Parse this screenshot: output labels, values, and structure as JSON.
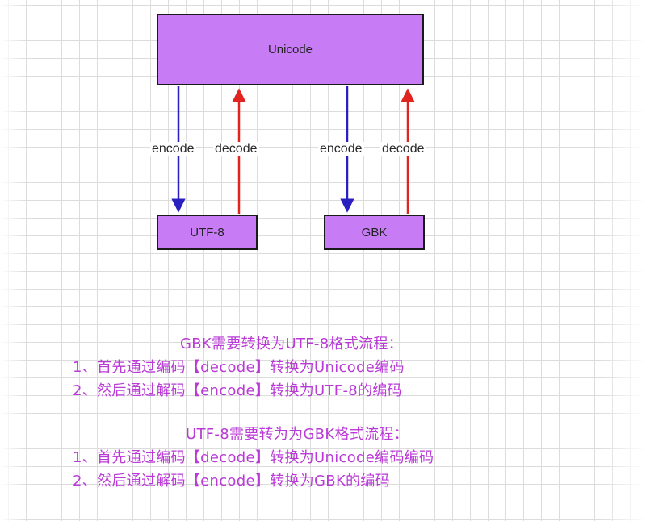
{
  "diagram": {
    "unicode_label": "Unicode",
    "utf8_label": "UTF-8",
    "gbk_label": "GBK",
    "left_encode": "encode",
    "left_decode": "decode",
    "right_encode": "encode",
    "right_decode": "decode"
  },
  "colors": {
    "box_fill": "#c77cf6",
    "encode_arrow": "#2a1fbf",
    "decode_arrow": "#e0241f",
    "text": "#b93ad6"
  },
  "notes": {
    "gbk_to_utf8_title": "GBK需要转换为UTF-8格式流程：",
    "gbk_to_utf8_step1": "1、首先通过编码【decode】转换为Unicode编码",
    "gbk_to_utf8_step2": "2、然后通过解码【encode】转换为UTF-8的编码",
    "utf8_to_gbk_title": "UTF-8需要转为为GBK格式流程：",
    "utf8_to_gbk_step1": "1、首先通过编码【decode】转换为Unicode编码编码",
    "utf8_to_gbk_step2": "2、然后通过解码【encode】转换为GBK的编码"
  }
}
